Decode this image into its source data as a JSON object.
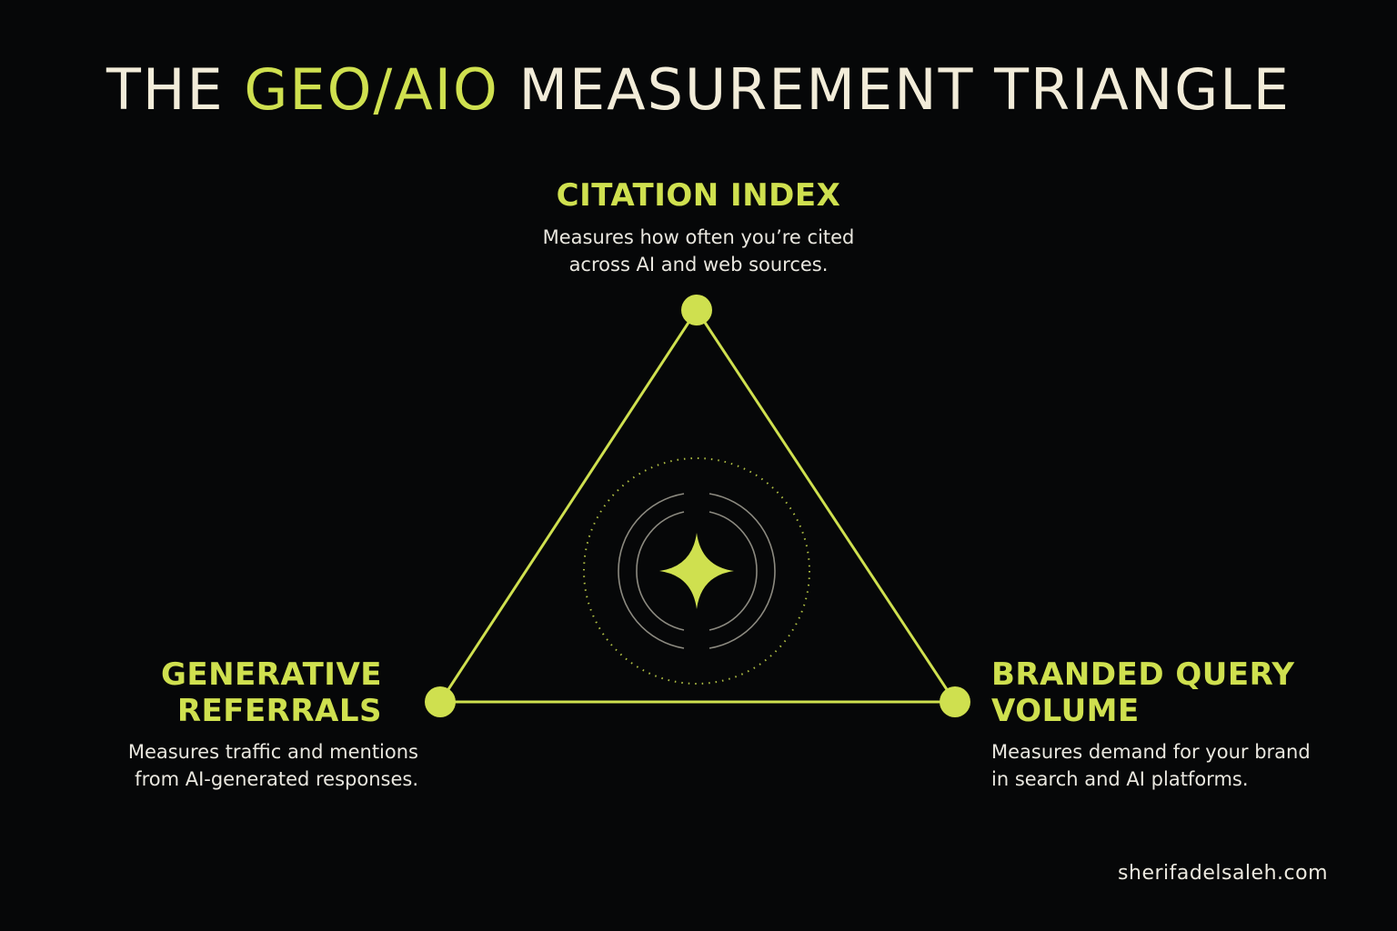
{
  "title": {
    "prefix": "THE ",
    "accent": "GEO/AIO",
    "suffix": " MEASUREMENT TRIANGLE"
  },
  "nodes": {
    "top": {
      "title": "CITATION INDEX",
      "desc_line1": "Measures how often you’re cited",
      "desc_line2": "across AI and web sources."
    },
    "left": {
      "title_line1": "GENERATIVE",
      "title_line2": "REFERRALS",
      "desc_line1": "Measures traffic and mentions",
      "desc_line2": "from AI-generated responses."
    },
    "right": {
      "title_line1": "BRANDED QUERY",
      "title_line2": "VOLUME",
      "desc_line1": "Measures demand for your brand",
      "desc_line2": "in search and AI platforms."
    }
  },
  "footer": "sherifadelsaleh.com",
  "colors": {
    "background": "#060708",
    "accent": "#cfe04f",
    "text": "#f2ecd9"
  },
  "icons": {
    "center": "four-point-star-icon"
  }
}
